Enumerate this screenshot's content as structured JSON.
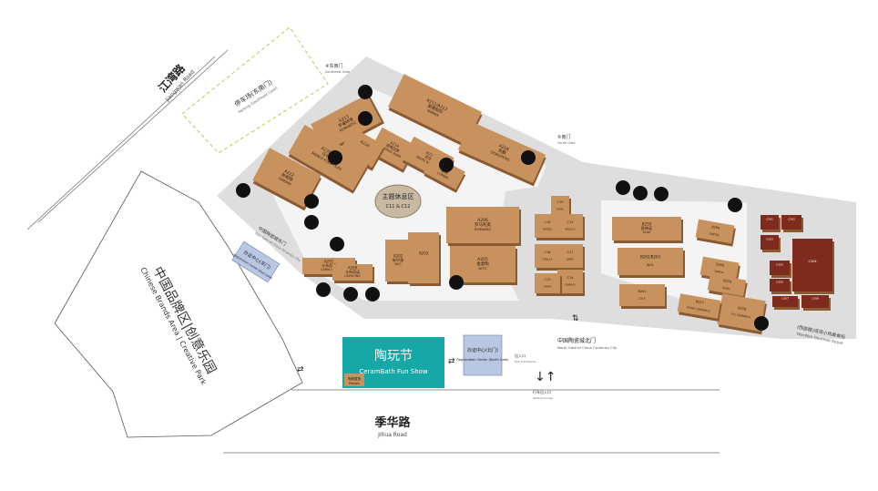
{
  "roads": {
    "jiangwan_cn": "江湾路",
    "jiangwan_en": "Jiangwan Road",
    "jihua_cn": "季华路",
    "jihua_en": "Jihua Road"
  },
  "parking": {
    "cn": "停车场(东南门)",
    "en": "Parking (Southeast Gate)"
  },
  "chinese_brands_cn": "中国品牌区|创意乐园",
  "chinese_brands_en": "Chinese Brands Area | Creative Park",
  "gates": {
    "southeast_cn": "④东南门",
    "southeast_en": "Southeast Gate",
    "south_cn": "⑤南门",
    "south_en": "South Gate",
    "east_cn": "中国陶瓷城东门",
    "east_en": "East Gate of China Ceramics City",
    "north_cn": "中国陶瓷城北门",
    "north_en": "North Gate of China Ceramics City",
    "wanwan_cn": "(西部楼)湾湾小鸡美食街",
    "wanwan_en": "WanWan Gourmet Street"
  },
  "rest_area": {
    "cn": "主题休息区",
    "en": "C11 & C12"
  },
  "event": {
    "cn": "陶玩节",
    "en": "CeramBath Fun Show"
  },
  "office_east": {
    "cn": "办证中心(东门)",
    "en": "Registration Center (East Gate)"
  },
  "office_north": {
    "cn": "办证中心(北门)",
    "en": "Registration Center (North Gate)"
  },
  "small_label": {
    "cn": "陶瓷展馆",
    "en": "Mosaic"
  },
  "entrance": {
    "cn": "出入口",
    "en": "Exit & Entrance"
  },
  "vehicle": {
    "cn": "行车出入口",
    "en": "Vehicle Access"
  },
  "buildings": [
    {
      "code": "A211/A212",
      "cn": "蒙娜丽莎",
      "en": "MARBS"
    },
    {
      "code": "A213",
      "cn": "罗曼缔克",
      "en": "ROMANTIC"
    },
    {
      "code": "A214",
      "cn": "道格拉斯",
      "en": "TAGRUG XIAMI"
    },
    {
      "code": "A215",
      "cn": "宏宇",
      "en": "WHITE RABBIT"
    },
    {
      "code": "A216",
      "cn": "东鹏",
      "en": "DONGPENG"
    },
    {
      "code": "A217",
      "cn": "金牌",
      "en": "COMBIE"
    },
    {
      "code": "A218",
      "cn": "",
      "en": ""
    },
    {
      "code": "A220/A221",
      "cn": "马可波罗",
      "en": "MARCO POLO TILES"
    },
    {
      "code": "A222",
      "cn": "新明珠",
      "en": "SHIERRI"
    },
    {
      "code": "A206",
      "cn": "罗马利奥",
      "en": "ROMARIO"
    },
    {
      "code": "A202",
      "cn": "新中源",
      "en": "NCC"
    },
    {
      "code": "A203",
      "cn": "",
      "en": ""
    },
    {
      "code": "A205",
      "cn": "金意陶",
      "en": "KITO"
    },
    {
      "code": "A201",
      "cn": "卡布奇诺",
      "en": "CAPUCINO"
    },
    {
      "code": "A200",
      "cn": "卡布奇诺",
      "en": "CAPUCINO"
    }
  ],
  "mid_blocks": [
    {
      "code": "C19",
      "cn": "",
      "en": "KOOL"
    },
    {
      "code": "C18",
      "cn": "",
      "en": "MUZZI"
    },
    {
      "code": "C15",
      "cn": "",
      "en": "MOCCA"
    },
    {
      "code": "C16",
      "cn": "",
      "en": "STELLA"
    },
    {
      "code": "C17",
      "cn": "",
      "en": "JOINT"
    },
    {
      "code": "C14",
      "cn": "",
      "en": "DOMUS"
    },
    {
      "code": "C13",
      "cn": "",
      "en": "SORA"
    }
  ],
  "east_buildings": [
    {
      "code": "B250",
      "cn": "欧神诺",
      "en": "KLAS"
    },
    {
      "code": "B264",
      "cn": "",
      "en": "GRETEL"
    },
    {
      "code": "B262/B263",
      "cn": "",
      "en": "JNOL"
    },
    {
      "code": "B260",
      "cn": "",
      "en": "VINICA"
    },
    {
      "code": "B261",
      "cn": "",
      "en": "LOLA"
    },
    {
      "code": "B259",
      "cn": "",
      "en": "GOLD"
    },
    {
      "code": "B258",
      "cn": "",
      "en": "ICC CERAMICS"
    },
    {
      "code": "B257",
      "cn": "",
      "en": "ROYAL CERAMICS"
    }
  ],
  "dark_buildings": [
    {
      "code": "C301",
      "cn": "",
      "en": ""
    },
    {
      "code": "C302",
      "cn": "",
      "en": ""
    },
    {
      "code": "C303",
      "cn": "",
      "en": ""
    },
    {
      "code": "C304",
      "cn": "",
      "en": ""
    },
    {
      "code": "C305",
      "cn": "",
      "en": ""
    },
    {
      "code": "C306",
      "cn": "",
      "en": ""
    },
    {
      "code": "C307",
      "cn": "",
      "en": ""
    },
    {
      "code": "C308",
      "cn": "",
      "en": ""
    }
  ],
  "colors": {
    "building": "#c8925e",
    "building_dark": "#7e2b1d",
    "rest_area": "#c7b9a2",
    "event_teal": "#15a8a6",
    "office_blue": "#b8c7e3",
    "road_gray": "#dcdcdc"
  }
}
